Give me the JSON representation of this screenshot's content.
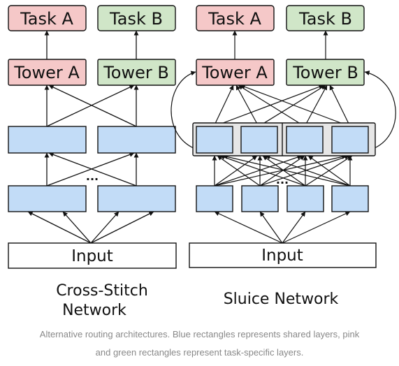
{
  "colors": {
    "task_a_fill": "#f5c8c8",
    "task_b_fill": "#d0e6c8",
    "shared_fill": "#c2dcf7",
    "input_fill": "#ffffff",
    "caption_text": "#888888"
  },
  "left": {
    "task_a": "Task A",
    "task_b": "Task B",
    "tower_a": "Tower A",
    "tower_b": "Tower B",
    "dots": "...",
    "input": "Input",
    "title_line1": "Cross-Stitch",
    "title_line2": "Network"
  },
  "right": {
    "task_a": "Task A",
    "task_b": "Task B",
    "tower_a": "Tower A",
    "tower_b": "Tower B",
    "dots": "...",
    "input": "Input",
    "title": "Sluice Network"
  },
  "caption": {
    "line1": "Alternative routing architectures. Blue rectangles represents shared layers, pink",
    "line2": "and green rectangles represent task-specific layers."
  }
}
